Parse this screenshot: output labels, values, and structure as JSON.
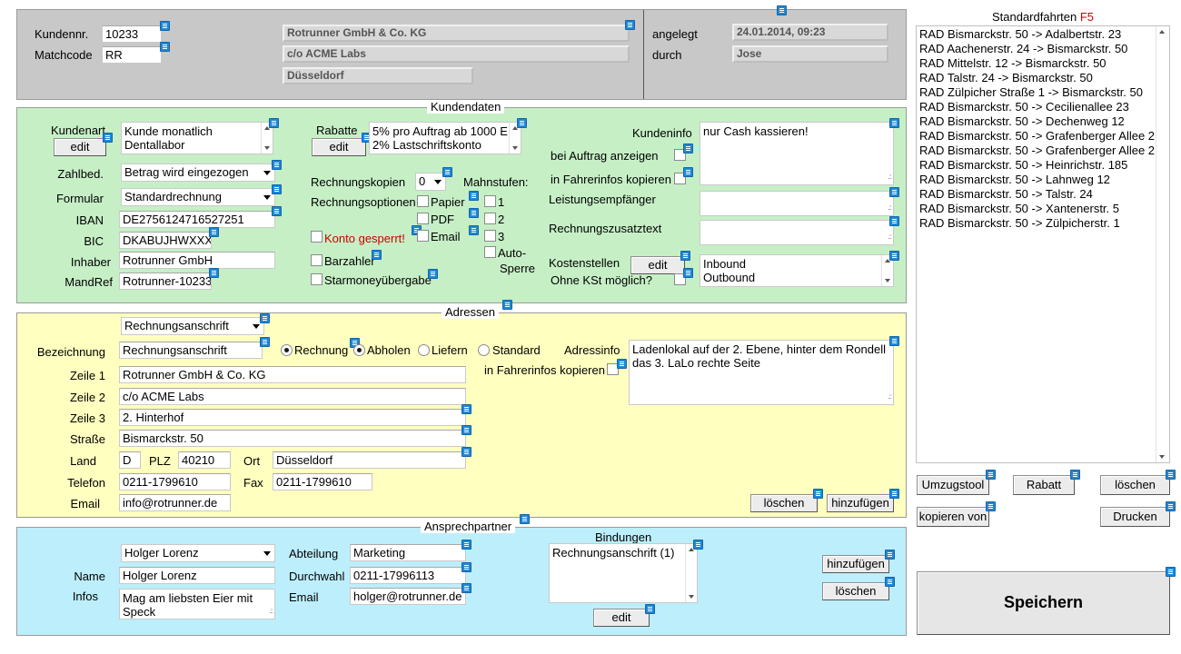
{
  "colors": {
    "header_bg": "#c8c8c8",
    "kundendaten_bg": "#c6efc6",
    "adressen_bg": "#ffffc0",
    "ansprech_bg": "#bdeefb",
    "accent_red": "#cc0000",
    "note_icon": "#1e88d8"
  },
  "header": {
    "kundennr_label": "Kundennr.",
    "kundennr_value": "10233",
    "matchcode_label": "Matchcode",
    "matchcode_value": "RR",
    "company": "Rotrunner GmbH & Co. KG",
    "company2": "c/o ACME Labs",
    "city": "Düsseldorf",
    "angelegt_label": "angelegt",
    "angelegt_value": "24.01.2014, 09:23",
    "durch_label": "durch",
    "durch_value": "Jose"
  },
  "kundendaten": {
    "legend": "Kundendaten",
    "kundenart_label": "Kundenart",
    "kundenart_lines": [
      "Kunde monatlich",
      "Dentallabor"
    ],
    "edit_label": "edit",
    "zahlbed_label": "Zahlbed.",
    "zahlbed_value": "Betrag wird eingezogen",
    "formular_label": "Formular",
    "formular_value": "Standardrechnung",
    "iban_label": "IBAN",
    "iban_value": "DE2756124716527251",
    "bic_label": "BIC",
    "bic_value": "DKABUJHWXXX",
    "inhaber_label": "Inhaber",
    "inhaber_value": "Rotrunner GmbH",
    "mandref_label": "MandRef",
    "mandref_value": "Rotrunner-10233",
    "rabatte_label": "Rabatte",
    "rabatte_lines": [
      "5% pro Auftrag ab 1000 E",
      "2% Lastschriftskonto"
    ],
    "rechnungskopien_label": "Rechnungskopien",
    "rechnungskopien_value": "0",
    "rechnungsoptionen_label": "Rechnungsoptionen",
    "papier": "Papier",
    "pdf": "PDF",
    "email": "Email",
    "konto_gesperrt": "Konto gesperrt!",
    "barzahler": "Barzahler",
    "starmoney": "Starmoneyübergabe",
    "mahnstufen_label": "Mahnstufen:",
    "mahn1": "1",
    "mahn2": "2",
    "mahn3": "3",
    "autosperre1": "Auto-",
    "autosperre2": "Sperre",
    "kundeninfo_label": "Kundeninfo",
    "kundeninfo_value": "nur Cash kassieren!",
    "bei_auftrag": "bei Auftrag anzeigen",
    "in_fahrerinfos": "in Fahrerinfos kopieren",
    "leistungsempfaenger": "Leistungsempfänger",
    "rechnungszusatztext": "Rechnungszusatztext",
    "kostenstellen_label": "Kostenstellen",
    "kostenstellen_lines": [
      "Inbound",
      "Outbound"
    ],
    "ohne_kst": "Ohne KSt möglich?"
  },
  "adressen": {
    "legend": "Adressen",
    "type_select": "Rechnungsanschrift",
    "bezeichnung_label": "Bezeichnung",
    "bezeichnung_value": "Rechnungsanschrift",
    "radio_rechnung": "Rechnung",
    "radio_abholen": "Abholen",
    "radio_liefern": "Liefern",
    "radio_standard": "Standard",
    "adressinfo_label": "Adressinfo",
    "adressinfo_value": "Ladenlokal auf der 2. Ebene, hinter dem Rondell das 3. LaLo rechte Seite",
    "in_fahrerinfos": "in Fahrerinfos kopieren",
    "zeile1_label": "Zeile 1",
    "zeile1_value": "Rotrunner GmbH & Co. KG",
    "zeile2_label": "Zeile 2",
    "zeile2_value": "c/o ACME Labs",
    "zeile3_label": "Zeile 3",
    "zeile3_value": "2. Hinterhof",
    "strasse_label": "Straße",
    "strasse_value": "Bismarckstr. 50",
    "land_label": "Land",
    "land_value": "D",
    "plz_label": "PLZ",
    "plz_value": "40210",
    "ort_label": "Ort",
    "ort_value": "Düsseldorf",
    "telefon_label": "Telefon",
    "telefon_value": "0211-1799610",
    "fax_label": "Fax",
    "fax_value": "0211-1799610",
    "email_label": "Email",
    "email_value": "info@rotrunner.de",
    "loeschen": "löschen",
    "hinzufuegen": "hinzufügen"
  },
  "ansprech": {
    "legend": "Ansprechpartner",
    "select_value": "Holger Lorenz",
    "name_label": "Name",
    "name_value": "Holger Lorenz",
    "infos_label": "Infos",
    "infos_lines": [
      "Mag am liebsten Eier mit",
      "Speck"
    ],
    "abteilung_label": "Abteilung",
    "abteilung_value": "Marketing",
    "durchwahl_label": "Durchwahl",
    "durchwahl_value": "0211-17996113",
    "email_label": "Email",
    "email_value": "holger@rotrunner.de",
    "bindungen_label": "Bindungen",
    "bindungen_items": [
      "Rechnungsanschrift (1)"
    ],
    "edit_label": "edit",
    "hinzufuegen": "hinzufügen",
    "loeschen": "löschen"
  },
  "standardfahrten": {
    "title": "Standardfahrten",
    "shortcut": "F5",
    "items": [
      "RAD Bismarckstr. 50 -> Adalbertstr. 23",
      "RAD Aachenerstr. 24 -> Bismarckstr. 50",
      "RAD Mittelstr. 12 -> Bismarckstr. 50",
      "RAD Talstr. 24 -> Bismarckstr. 50",
      "RAD Zülpicher Straße 1 -> Bismarckstr. 50",
      "RAD Bismarckstr. 50 -> Cecilienallee 23",
      "RAD Bismarckstr. 50 -> Dechenweg 12",
      "RAD Bismarckstr. 50 -> Grafenberger Allee 2",
      "RAD Bismarckstr. 50 -> Grafenberger Allee 2",
      "RAD Bismarckstr. 50 -> Heinrichstr. 185",
      "RAD Bismarckstr. 50 -> Lahnweg 12",
      "RAD Bismarckstr. 50 -> Talstr. 24",
      "RAD Bismarckstr. 50 -> Xantenerstr. 5",
      "RAD Bismarckstr. 50 -> Zülpicherstr. 1"
    ],
    "umzugstool": "Umzugstool",
    "rabatt": "Rabatt",
    "loeschen": "löschen",
    "kopieren_von": "kopieren von",
    "drucken": "Drucken",
    "speichern": "Speichern"
  }
}
